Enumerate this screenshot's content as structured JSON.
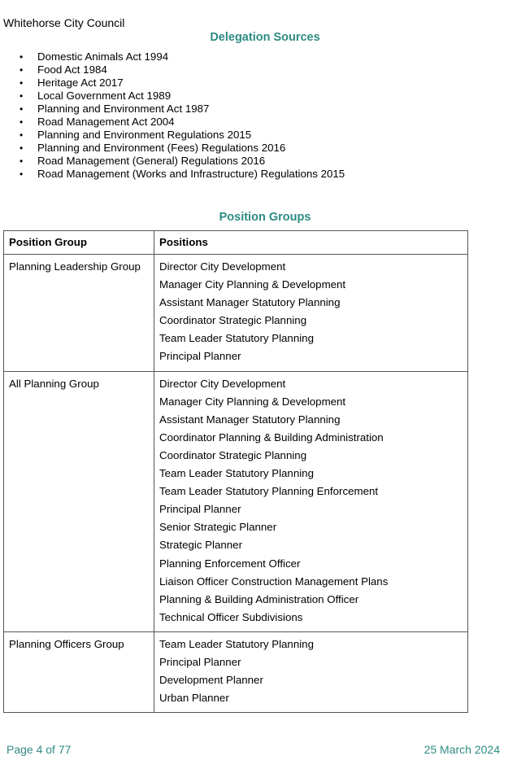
{
  "header": {
    "organization": "Whitehorse City Council"
  },
  "delegation": {
    "heading": "Delegation Sources",
    "bullet": "•",
    "sources": [
      "Domestic Animals Act 1994",
      "Food Act 1984",
      "Heritage Act 2017",
      "Local Government Act 1989",
      "Planning and Environment Act 1987",
      "Road Management Act 2004",
      "Planning and Environment Regulations 2015",
      "Planning and Environment (Fees) Regulations 2016",
      "Road Management (General) Regulations 2016",
      "Road Management (Works and Infrastructure) Regulations 2015"
    ]
  },
  "groups": {
    "heading": "Position Groups",
    "columns": [
      "Position Group",
      "Positions"
    ],
    "rows": [
      {
        "group": "Planning Leadership Group",
        "positions": [
          "Director City Development",
          "Manager City Planning & Development",
          "Assistant Manager Statutory Planning",
          "Coordinator Strategic Planning",
          "Team Leader Statutory Planning",
          "Principal Planner"
        ]
      },
      {
        "group": "All Planning Group",
        "positions": [
          "Director City Development",
          "Manager City Planning & Development",
          "Assistant Manager Statutory Planning",
          "Coordinator Planning & Building Administration",
          "Coordinator Strategic Planning",
          "Team Leader Statutory Planning",
          "Team Leader Statutory Planning Enforcement",
          "Principal Planner",
          "Senior Strategic Planner",
          "Strategic Planner",
          "Planning Enforcement Officer",
          "Liaison Officer Construction Management Plans",
          "Planning & Building Administration Officer",
          "Technical Officer Subdivisions"
        ]
      },
      {
        "group": "Planning Officers Group",
        "positions": [
          "Team Leader Statutory Planning",
          "Principal Planner",
          "Development Planner",
          "Urban Planner"
        ]
      }
    ]
  },
  "footer": {
    "page": "Page 4 of 77",
    "date": "25 March 2024"
  },
  "colors": {
    "accent": "#2e8b84",
    "border": "#555555",
    "text": "#000000"
  }
}
